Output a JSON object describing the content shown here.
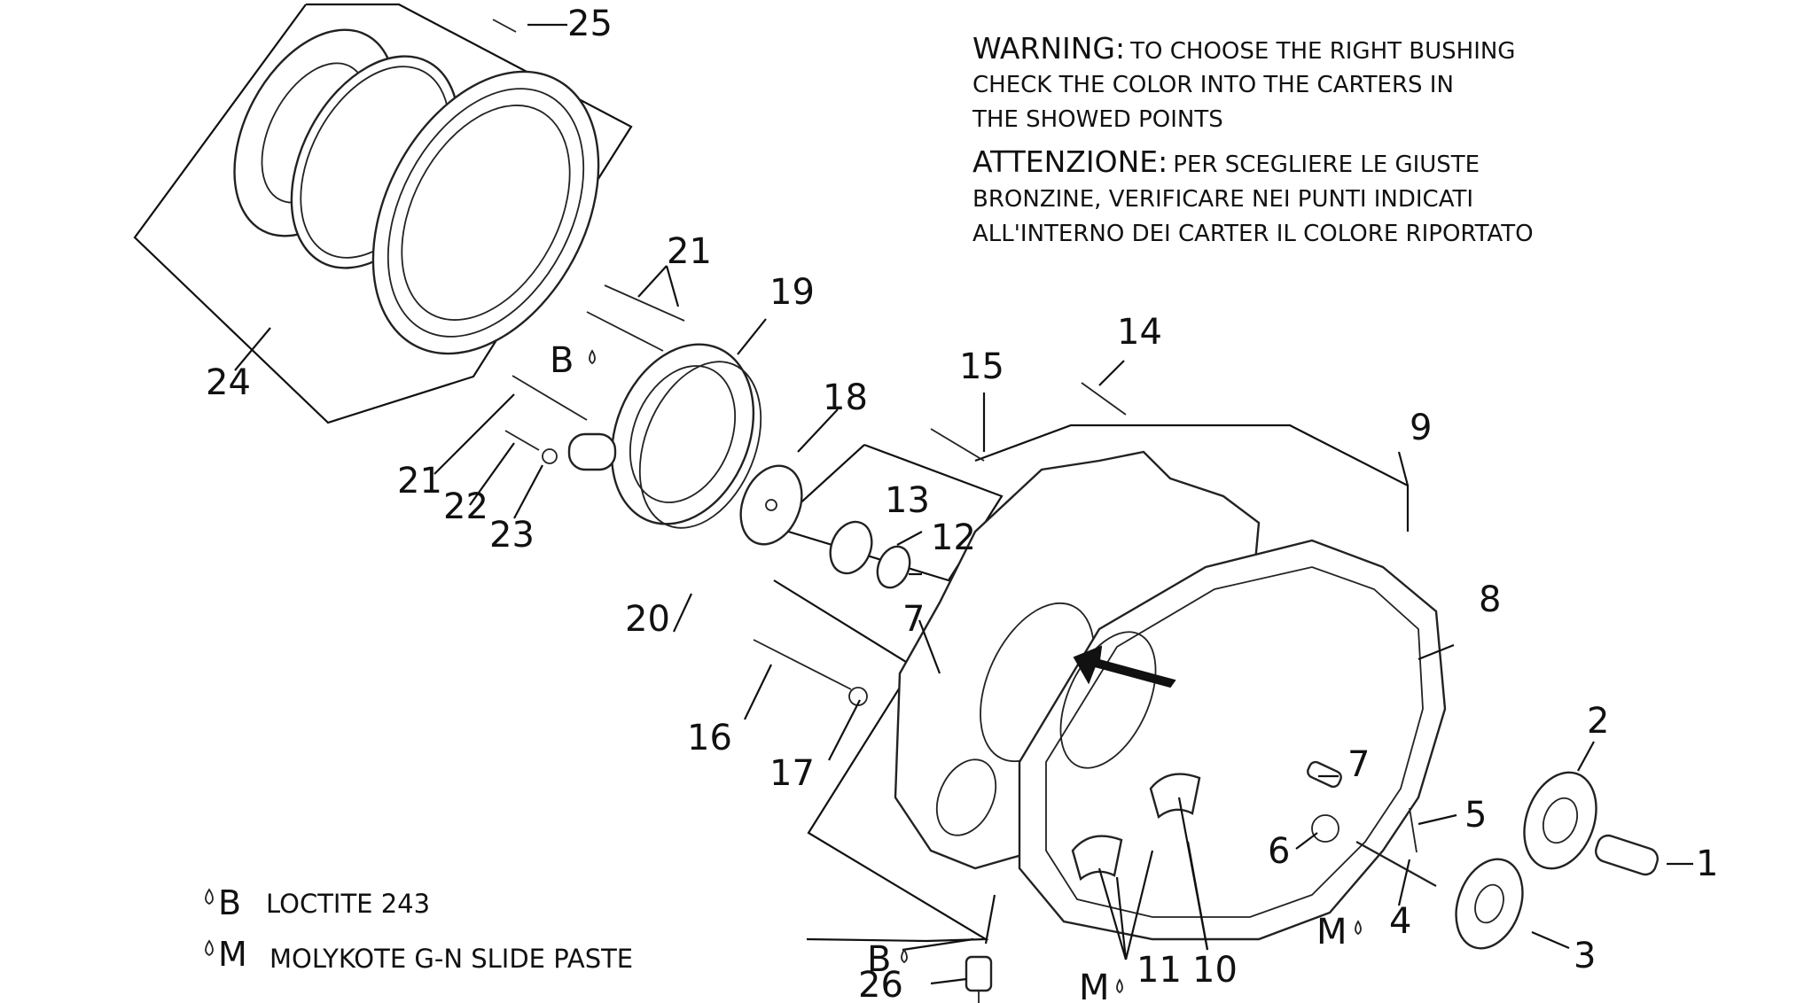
{
  "warning": {
    "en_heading": "WARNING:",
    "en_line1": "TO CHOOSE THE RIGHT BUSHING",
    "en_line2": "CHECK THE COLOR INTO THE CARTERS IN",
    "en_line3": "THE SHOWED POINTS",
    "it_heading": "ATTENZIONE:",
    "it_line1": "PER SCEGLIERE LE GIUSTE",
    "it_line2": "BRONZINE, VERIFICARE NEI PUNTI INDICATI",
    "it_line3": "ALL'INTERNO DEI CARTER IL COLORE RIPORTATO"
  },
  "legend": [
    {
      "symbol": "B",
      "text": "LOCTITE 243"
    },
    {
      "symbol": "M",
      "text": "MOLYKOTE G-N SLIDE PASTE"
    }
  ],
  "callouts": {
    "n1": "1",
    "n2": "2",
    "n3": "3",
    "n4": "4",
    "n5": "5",
    "n6": "6",
    "n7a": "7",
    "n7b": "7",
    "n8": "8",
    "n9": "9",
    "n10": "10",
    "n11": "11",
    "n12": "12",
    "n13": "13",
    "n14": "14",
    "n15": "15",
    "n16": "16",
    "n17": "17",
    "n18": "18",
    "n19": "19",
    "n20": "20",
    "n21a": "21",
    "n21b": "21",
    "n22": "22",
    "n23": "23",
    "n24": "24",
    "n25": "25",
    "n26": "26"
  },
  "markers": {
    "b_pump": "B",
    "b_sensor": "B",
    "m_shaft": "M",
    "m_bushing": "M"
  },
  "colors": {
    "ink": "#111111",
    "background": "#ffffff"
  }
}
